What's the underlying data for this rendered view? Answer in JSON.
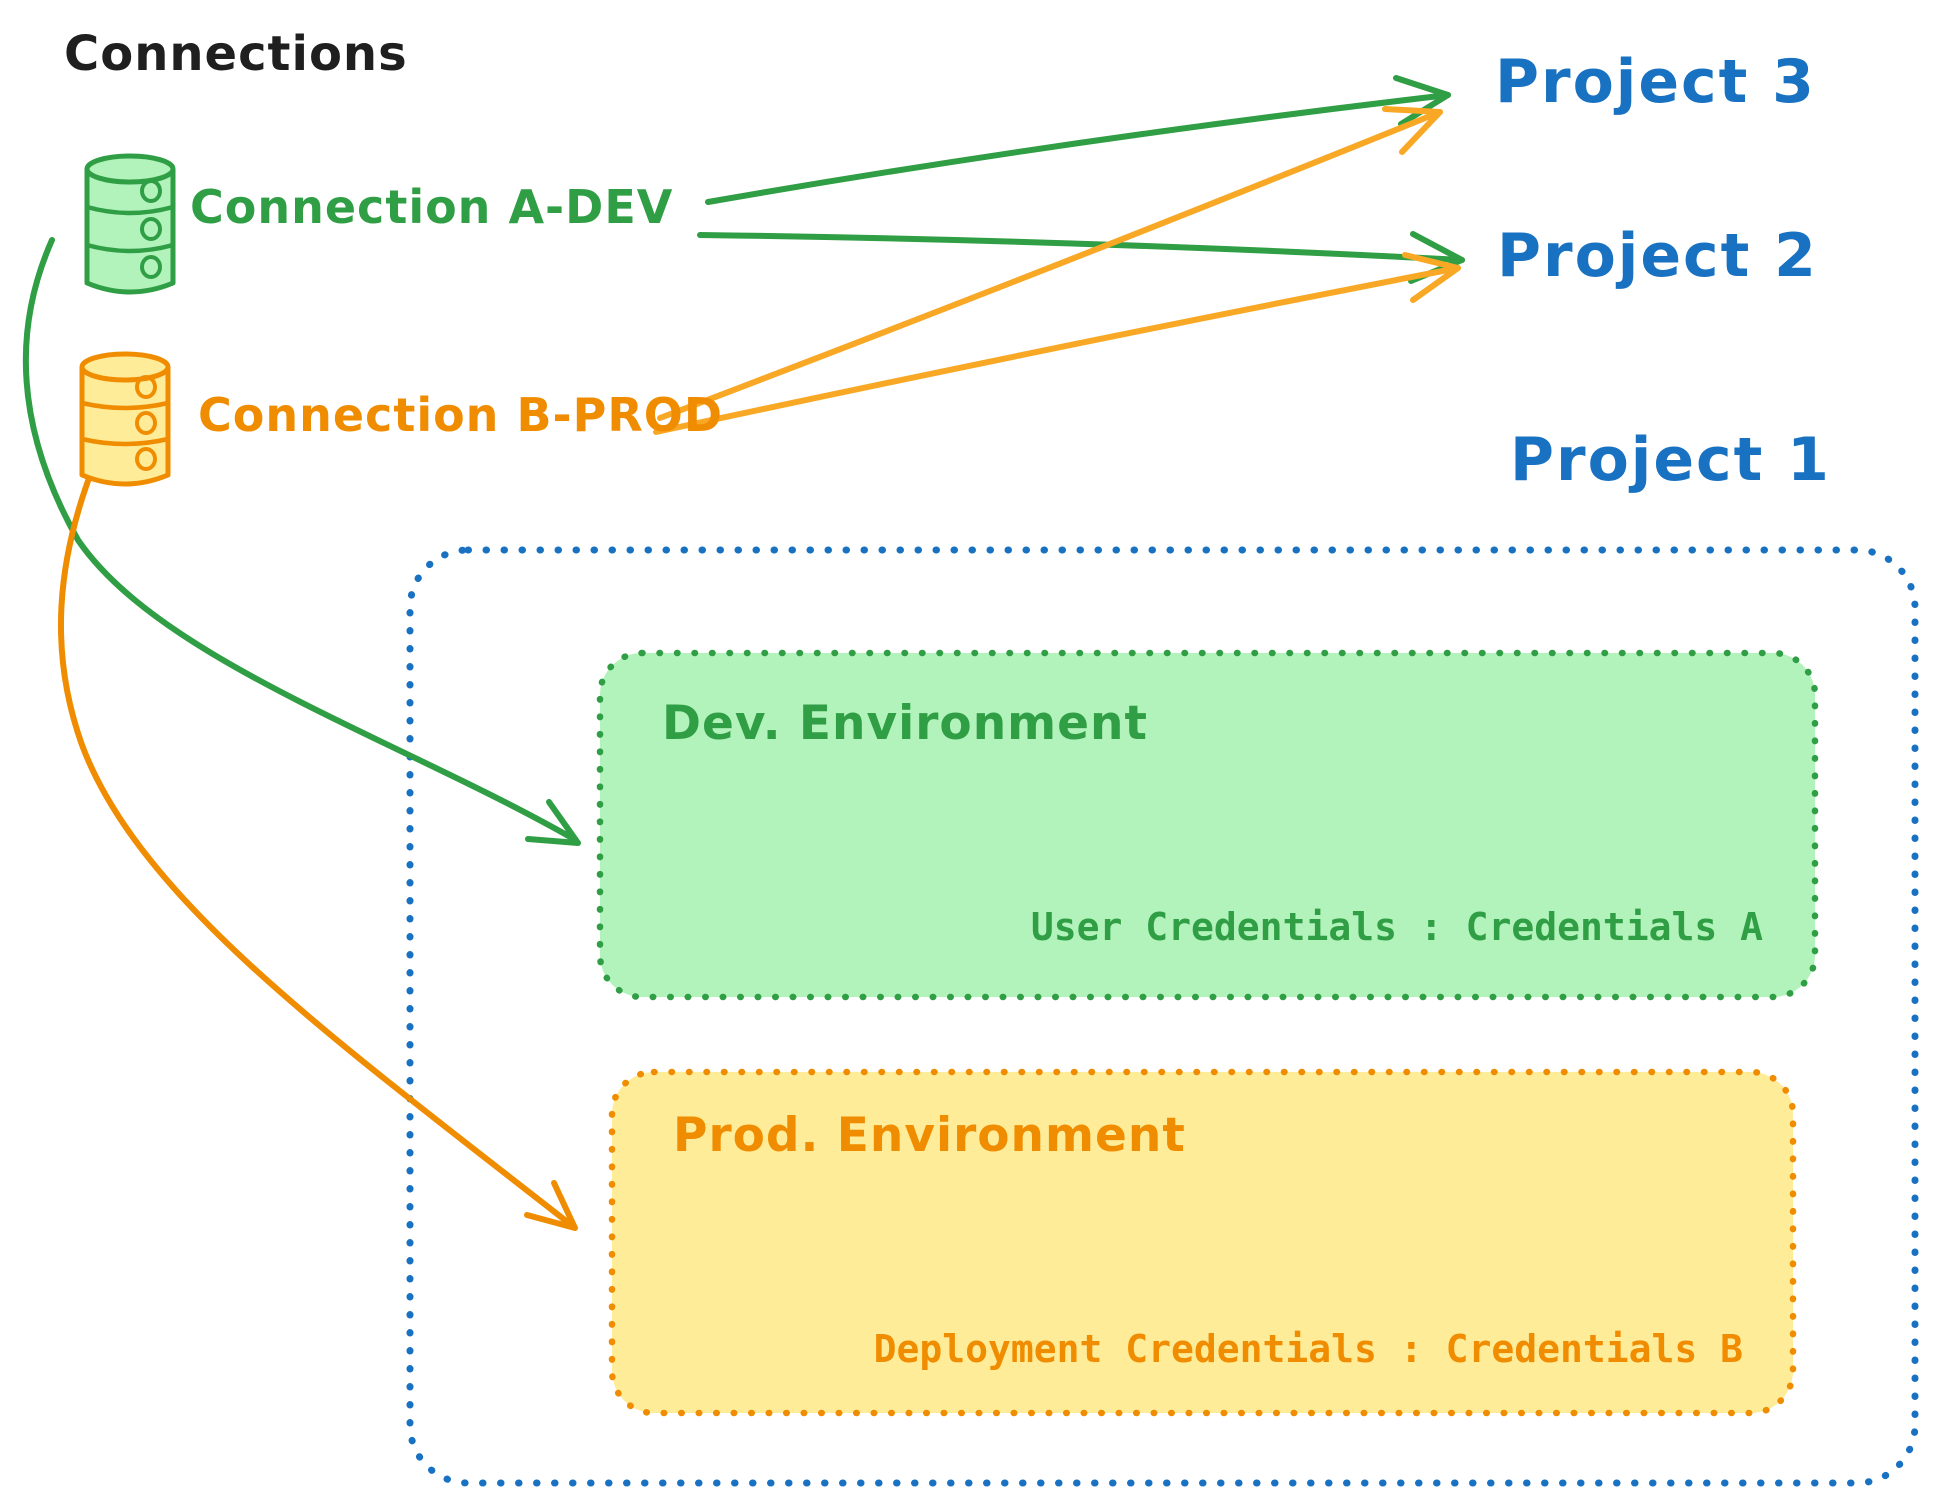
{
  "title": "Connections",
  "connections": [
    {
      "id": "a-dev",
      "label": "Connection A-DEV",
      "color": "#2f9e44",
      "icon": "database-icon"
    },
    {
      "id": "b-prod",
      "label": "Connection B-PROD",
      "color": "#f08c00",
      "icon": "database-icon"
    }
  ],
  "projects": [
    {
      "label": "Project 3"
    },
    {
      "label": "Project 2"
    },
    {
      "label": "Project 1"
    }
  ],
  "project1": {
    "dev": {
      "title": "Dev. Environment",
      "credentials": "User Credentials : Credentials A"
    },
    "prod": {
      "title": "Prod. Environment",
      "credentials": "Deployment Credentials : Credentials B"
    }
  },
  "colors": {
    "ink": "#1f1f1f",
    "green": "#2f9e44",
    "green_fill": "#b2f2bb",
    "orange": "#f08c00",
    "yellow_fill": "#ffec99",
    "arrow_yellow": "#f9a825",
    "blue": "#1971c2"
  }
}
